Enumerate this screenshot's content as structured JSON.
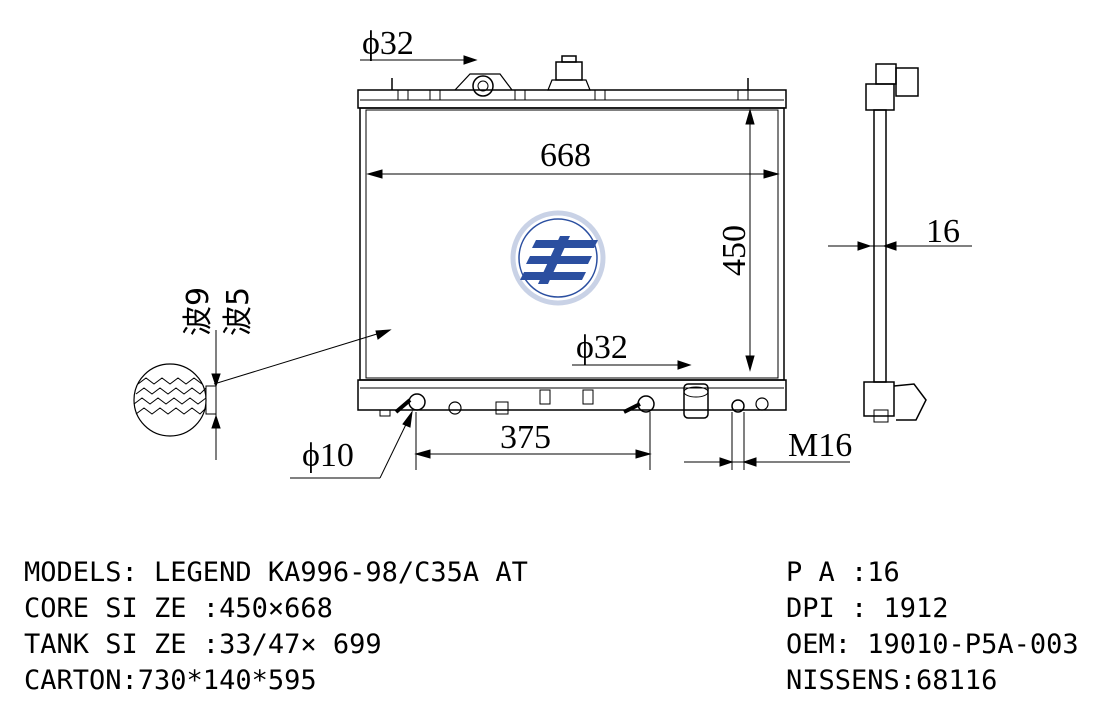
{
  "dimensions": {
    "top_pipe_diameter": "ϕ32",
    "core_width": "668",
    "core_height": "450",
    "thickness": "16",
    "bottom_pipe_diameter": "ϕ32",
    "small_pipe_diameter": "ϕ10",
    "pipe_spacing": "375",
    "drain_thread": "M16",
    "wave_label_1": "波9",
    "wave_label_2": "波5"
  },
  "specs": {
    "models": "MODELS: LEGEND KA996-98/C35A AT",
    "core_size": "CORE SI ZE :450×668",
    "tank_size": "TANK SI ZE :33/47× 699",
    "carton": "CARTON:730*140*595",
    "pa": "P A :16",
    "dpi": "DPI : 1912",
    "oem": "OEM: 19010-P5A-003",
    "nissens": "NISSENS:68116"
  },
  "colors": {
    "line": "#000000",
    "logo": "#2b4fa0",
    "logo_ring": "#c9d2e6"
  }
}
